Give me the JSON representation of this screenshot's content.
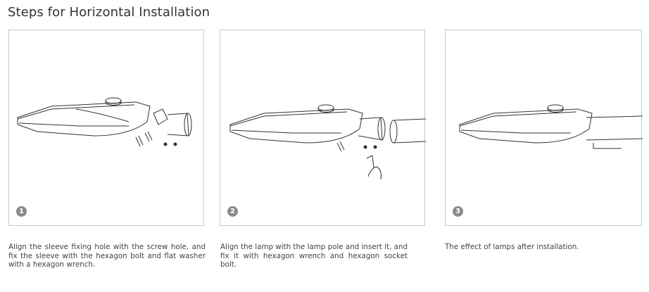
{
  "title": "Steps for Horizontal Installation",
  "steps": [
    {
      "number": "1",
      "caption": "Align the sleeve fixing hole with the screw hole, and fix the sleeve with the hexagon bolt and flat washer with a hexagon wrench."
    },
    {
      "number": "2",
      "caption": "Align the lamp with the lamp pole and insert it, and fix it with hexagon wrench and hexagon socket bolt."
    },
    {
      "number": "3",
      "caption": "The effect of lamps after installation."
    }
  ]
}
